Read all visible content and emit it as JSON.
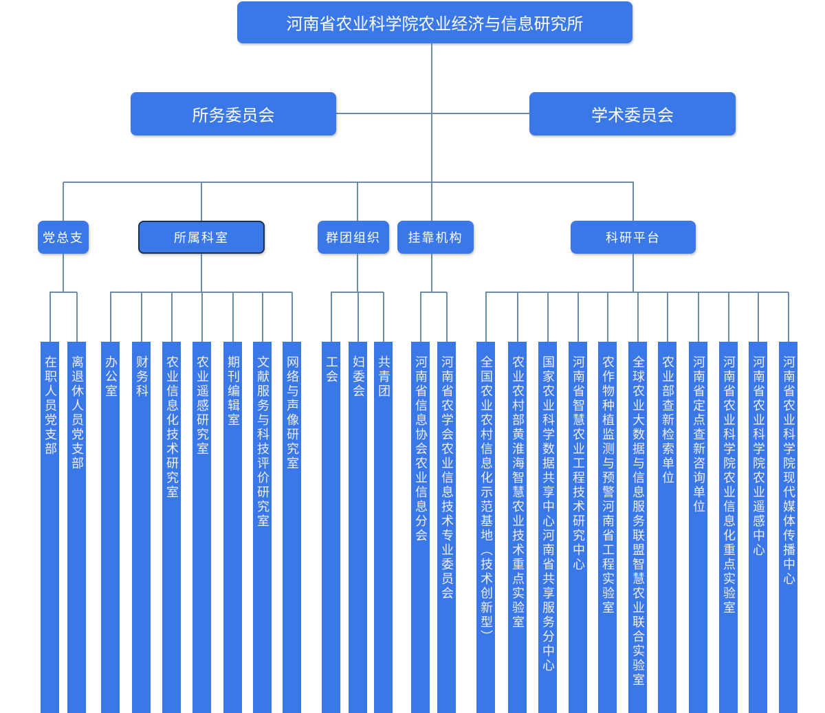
{
  "title": "河南省农业科学院农业经济与信息研究所",
  "committees": [
    "所务委员会",
    "学术委员会"
  ],
  "categories": [
    {
      "label": "党总支",
      "children": [
        "在职人员党支部",
        "离退休人员党支部"
      ]
    },
    {
      "label": "所属科室",
      "children": [
        "办公室",
        "财务科",
        "农业信息化技术研究室",
        "农业遥感研究室",
        "期刊编辑室",
        "文献服务与科技评价研究室",
        "网络与声像研究室"
      ]
    },
    {
      "label": "群团组织",
      "children": [
        "工会",
        "妇委会",
        "共青团"
      ]
    },
    {
      "label": "挂靠机构",
      "children": [
        "河南省信息协会农业信息分会",
        "河南省农学会农业信息技术专业委员会"
      ]
    },
    {
      "label": "科研平台",
      "children": [
        "全国农业农村信息化示范基地（技术创新型）",
        "农业农村部黄淮海智慧农业技术重点实验室",
        "国家农业科学数据共享中心河南省共享服务分中心",
        "河南省智慧农业工程技术研究中心",
        "农作物种植监测与预警河南省工程实验室",
        "全球农业大数据与信息服务联盟智慧农业联合实验室",
        "农业部查新检索单位",
        "河南省定点查新咨询单位",
        "河南省农业科学院农业信息化重点实验室",
        "河南省农业科学院农业遥感中心",
        "河南省农业科学院现代媒体传播中心"
      ]
    }
  ]
}
